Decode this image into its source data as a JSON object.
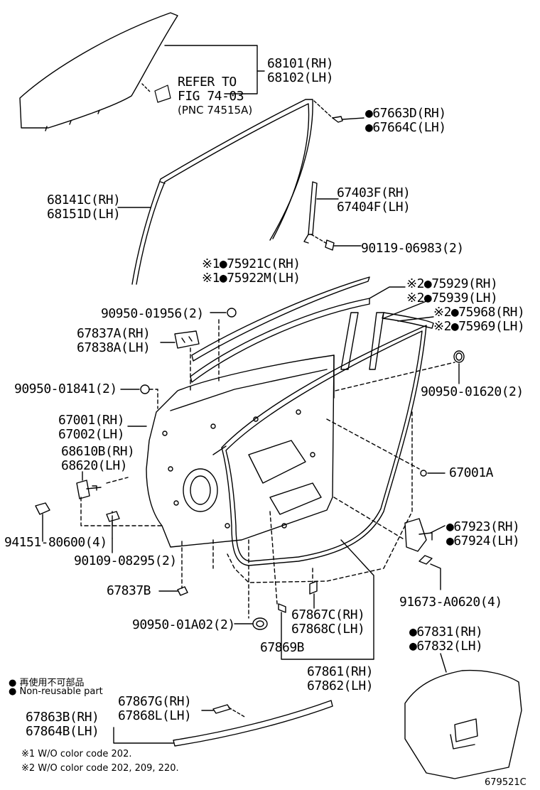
{
  "labels": {
    "glass": [
      "68101(RH)",
      "68102(LH)"
    ],
    "refer": [
      "REFER TO",
      "FIG 74-03",
      "(PNC 74515A)"
    ],
    "outer_clip": [
      "●67663D(RH)",
      "●67664C(LH)"
    ],
    "run_channel": [
      "68141C(RH)",
      "68151D(LH)"
    ],
    "sash_channel": [
      "67403F(RH)",
      "67404F(LH)"
    ],
    "bolt_06983": "90119-06983(2)",
    "frame_molding": [
      "※1●75921C(RH)",
      "※1●75922M(LH)"
    ],
    "frame_molding2": [
      "※2●75929(RH)",
      "※2●75939(LH)"
    ],
    "frame_molding3": [
      "※2●75968(RH)",
      "※2●75969(LH)"
    ],
    "plug_01956": "90950-01956(2)",
    "bracket": [
      "67837A(RH)",
      "67838A(LH)"
    ],
    "plug_01841": "90950-01841(2)",
    "plug_01620": "90950-01620(2)",
    "door_panel": [
      "67001(RH)",
      "67002(LH)"
    ],
    "hinge": [
      "68610B(RH)",
      "68620(LH)"
    ],
    "part_67001A": "67001A",
    "clip_67923": [
      "●67923(RH)",
      "●67924(LH)"
    ],
    "nut_80600": "94151-80600(4)",
    "bolt_08295": "90109-08295(2)",
    "clip_a0620": "91673-A0620(4)",
    "clip_67837b": "67837B",
    "weatherstrip_clip": [
      "67867C(RH)",
      "67868C(LH)"
    ],
    "plug_01a02": "90950-01A02(2)",
    "clip_67869b": "67869B",
    "service_hole_cover": [
      "●67831(RH)",
      "●67832(LH)"
    ],
    "weatherstrip": [
      "67861(RH)",
      "67862(LH)"
    ],
    "legend_jp": "● 再使用不可部品",
    "legend_en": "● Non-reusable part",
    "belt_clip": [
      "67867G(RH)",
      "67868L(LH)"
    ],
    "belt_molding": [
      "67863B(RH)",
      "67864B(LH)"
    ],
    "note1": "※1 W/O color code 202.",
    "note2": "※2 W/O color code 202, 209, 220.",
    "figure_code": "679521C"
  }
}
